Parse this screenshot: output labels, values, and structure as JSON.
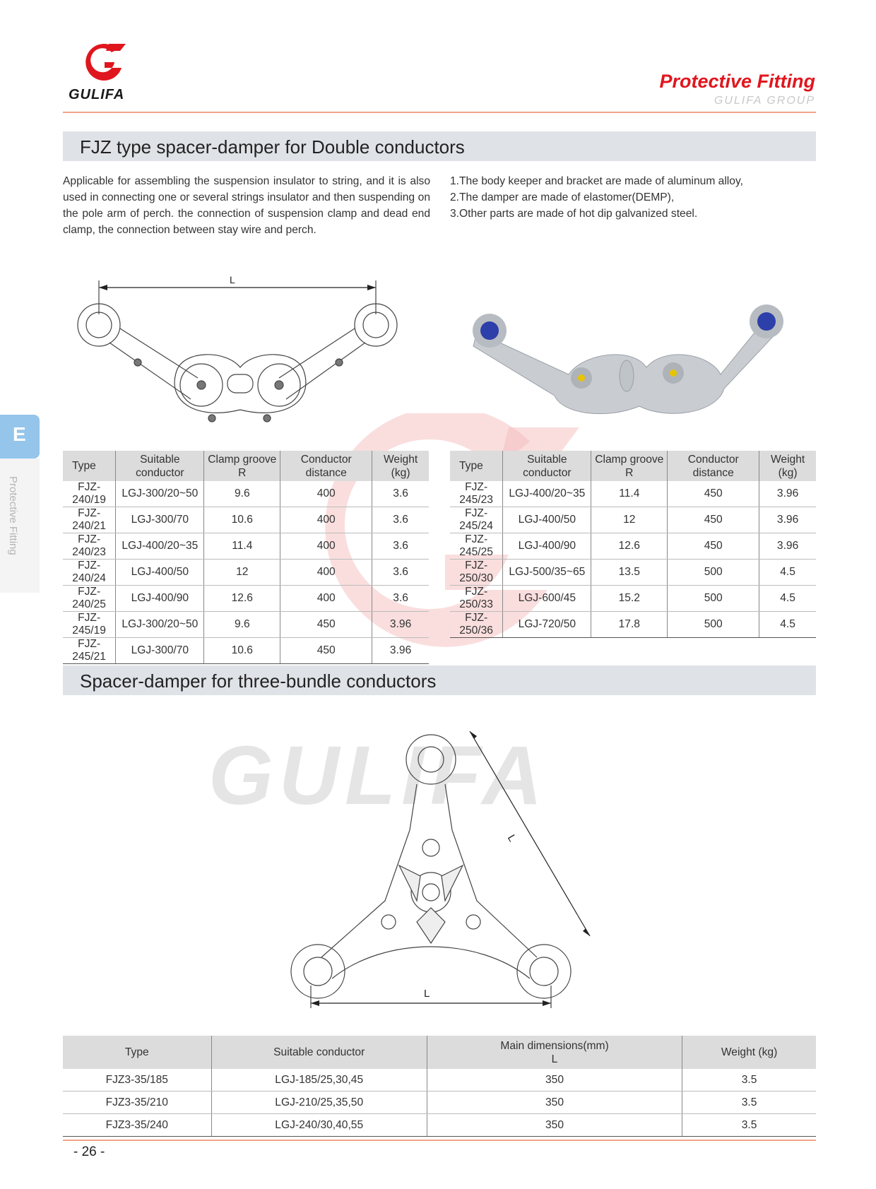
{
  "header": {
    "logo_text": "GULIFA",
    "title": "Protective Fitting",
    "subtitle": "GULIFA GROUP"
  },
  "section1": {
    "title": "FJZ type spacer-damper for Double conductors",
    "description": "Applicable for assembling the suspension insulator to string, and it is also used in connecting one or several strings insulator and then suspending on the pole arm of perch. the connection of suspension clamp and dead end clamp, the connection between stay wire and perch.",
    "features": [
      "1.The body keeper and bracket are made of aluminum alloy,",
      "2.The damper are made of elastomer(DEMP),",
      "3.Other parts are made of hot dip galvanized steel."
    ],
    "drawing_label": "L"
  },
  "table1": {
    "headers": [
      "Type",
      "Suitable conductor",
      "Clamp groove R",
      "Conductor distance",
      "Weight (kg)"
    ],
    "rows": [
      [
        "FJZ-240/19",
        "LGJ-300/20~50",
        "9.6",
        "400",
        "3.6"
      ],
      [
        "FJZ-240/21",
        "LGJ-300/70",
        "10.6",
        "400",
        "3.6"
      ],
      [
        "FJZ-240/23",
        "LGJ-400/20~35",
        "11.4",
        "400",
        "3.6"
      ],
      [
        "FJZ-240/24",
        "LGJ-400/50",
        "12",
        "400",
        "3.6"
      ],
      [
        "FJZ-240/25",
        "LGJ-400/90",
        "12.6",
        "400",
        "3.6"
      ],
      [
        "FJZ-245/19",
        "LGJ-300/20~50",
        "9.6",
        "450",
        "3.96"
      ],
      [
        "FJZ-245/21",
        "LGJ-300/70",
        "10.6",
        "450",
        "3.96"
      ]
    ]
  },
  "table2": {
    "headers": [
      "Type",
      "Suitable conductor",
      "Clamp groove R",
      "Conductor distance",
      "Weight (kg)"
    ],
    "rows": [
      [
        "FJZ-245/23",
        "LGJ-400/20~35",
        "11.4",
        "450",
        "3.96"
      ],
      [
        "FJZ-245/24",
        "LGJ-400/50",
        "12",
        "450",
        "3.96"
      ],
      [
        "FJZ-245/25",
        "LGJ-400/90",
        "12.6",
        "450",
        "3.96"
      ],
      [
        "FJZ-250/30",
        "LGJ-500/35~65",
        "13.5",
        "500",
        "4.5"
      ],
      [
        "FJZ-250/33",
        "LGJ-600/45",
        "15.2",
        "500",
        "4.5"
      ],
      [
        "FJZ-250/36",
        "LGJ-720/50",
        "17.8",
        "500",
        "4.5"
      ]
    ]
  },
  "section2": {
    "title": "Spacer-damper for three-bundle conductors",
    "drawing_label_bottom": "L",
    "drawing_label_side": "L"
  },
  "table3": {
    "headers": [
      "Type",
      "Suitable conductor",
      "Main dimensions(mm)",
      "Weight (kg)"
    ],
    "subheader": "L",
    "rows": [
      [
        "FJZ3-35/185",
        "LGJ-185/25,30,45",
        "350",
        "3.5"
      ],
      [
        "FJZ3-35/210",
        "LGJ-210/25,35,50",
        "350",
        "3.5"
      ],
      [
        "FJZ3-35/240",
        "LGJ-240/30,40,55",
        "350",
        "3.5"
      ]
    ]
  },
  "side_tab": {
    "letter": "E",
    "label": "Protective Fitting"
  },
  "watermark": "GULIFA",
  "footer": {
    "page_number": "- 26 -"
  },
  "colors": {
    "brand_red": "#e0161e",
    "accent_line": "#f2a489",
    "tab_blue": "#95c5ea",
    "section_bar": "#dfe2e6"
  }
}
